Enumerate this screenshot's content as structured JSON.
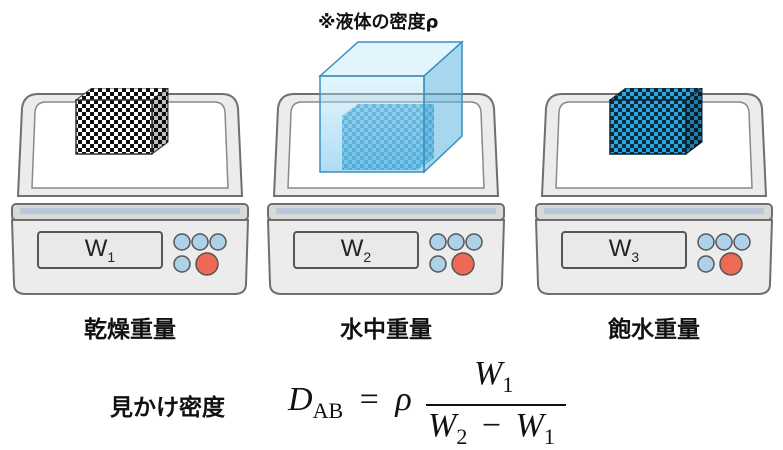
{
  "liquid_density_note": "※液体の密度ρ",
  "scales": [
    {
      "display_main": "W",
      "display_sub": "1",
      "caption": "乾燥重量",
      "sample": "dry-checkered-cube"
    },
    {
      "display_main": "W",
      "display_sub": "2",
      "caption": "水中重量",
      "sample": "cube-submerged-in-liquid"
    },
    {
      "display_main": "W",
      "display_sub": "3",
      "caption": "飽水重量",
      "sample": "saturated-blue-cube"
    }
  ],
  "formula": {
    "label": "見かけ密度",
    "lhs_symbol": "D",
    "lhs_sub": "AB",
    "equals": "=",
    "rho": "ρ",
    "num_symbol": "W",
    "num_sub": "1",
    "den_symbol_a": "W",
    "den_sub_a": "2",
    "minus": "−",
    "den_symbol_b": "W",
    "den_sub_b": "1"
  },
  "colors": {
    "scale_body": "#ececec",
    "scale_outline": "#6f6f6f",
    "display": "#e9e9e9",
    "button_blue": "#aed1ea",
    "button_red": "#ef6a55",
    "liquid": "#8fd3f0",
    "saturated_cube": "#29a7e0"
  }
}
